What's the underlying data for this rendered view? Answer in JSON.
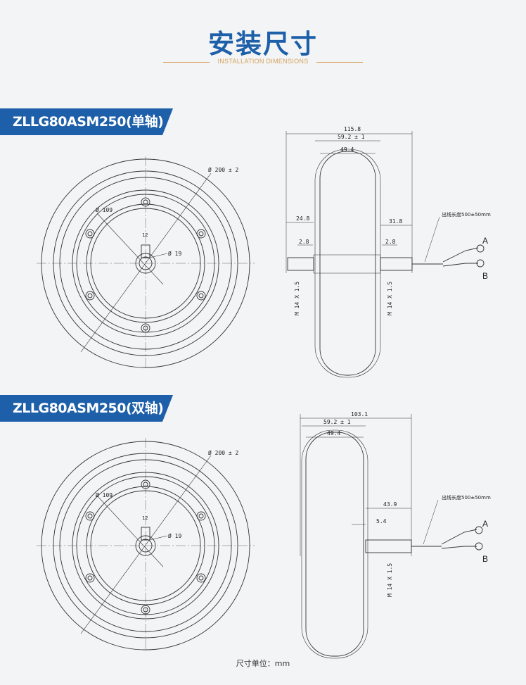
{
  "header": {
    "title": "安装尺寸",
    "subtitle": "INSTALLATION DIMENSIONS",
    "accent": "#1d5fa8",
    "gold": "#d3a25c"
  },
  "models": [
    {
      "label": "ZLLG80ASM250(单轴)",
      "front": {
        "outer_dia": "Ø 200 ± 2",
        "pcd": "Ø 109",
        "shaft_dia": "Ø 19",
        "flat": "12"
      },
      "side": {
        "overall": "115.8",
        "tire": "59.2 ± 1",
        "rim": "49.4",
        "left_shaft": "24.8",
        "right_shaft": "31.8",
        "left_step": "2.8",
        "right_step": "2.8",
        "thread_left": "M 14 X 1.5",
        "thread_right": "M 14 X 1.5",
        "cable": "出线长度500±50mm",
        "phase_a": "A",
        "phase_b": "B"
      }
    },
    {
      "label": "ZLLG80ASM250(双轴)",
      "front": {
        "outer_dia": "Ø 200 ± 2",
        "pcd": "Ø 109",
        "shaft_dia": "Ø 19",
        "flat": "12"
      },
      "side": {
        "overall": "103.1",
        "tire": "59.2 ± 1",
        "rim": "49.4",
        "right_shaft": "43.9",
        "right_step": "5.4",
        "thread_right": "M 14 X 1.5",
        "cable": "出线长度500±50mm",
        "phase_a": "A",
        "phase_b": "B"
      }
    }
  ],
  "footer": {
    "units": "尺寸单位：mm"
  }
}
